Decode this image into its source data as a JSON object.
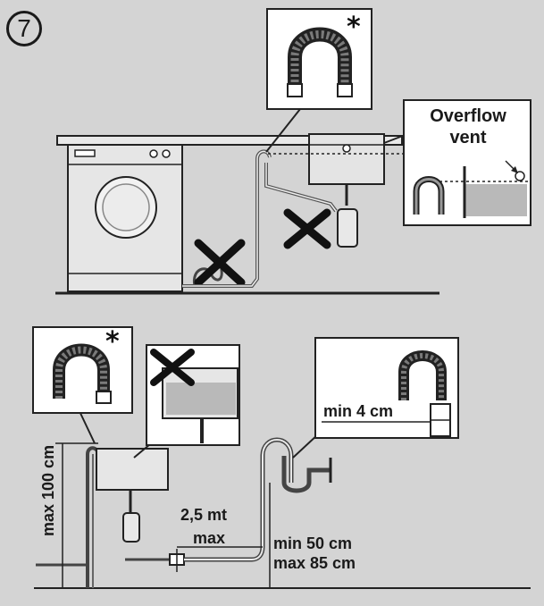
{
  "step_number": "7",
  "top_panel": {
    "hook_star": "*",
    "overflow_label": "Overflow\nvent"
  },
  "bottom_panel": {
    "hook_star": "*",
    "min_4_label": "min 4 cm",
    "hose_length_label": "2,5 mt",
    "hose_length_sub": "max",
    "height_range_min": "min 50 cm",
    "height_range_max": "max 85 cm",
    "max_height_label": "max 100 cm"
  },
  "colors": {
    "background": "#d4d4d4",
    "ink": "#1a1a1a",
    "water": "#b9b9b9"
  }
}
